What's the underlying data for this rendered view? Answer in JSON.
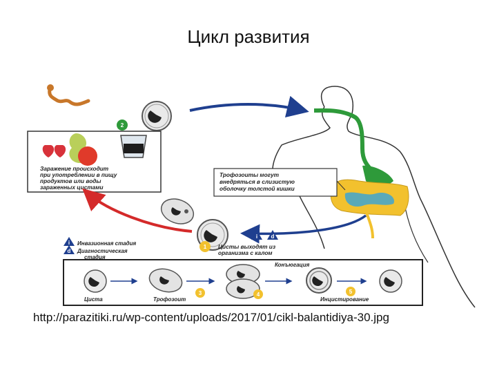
{
  "slide": {
    "title": "Цикл развития",
    "source_url": "http://parazitiki.ru/wp-content/uploads/2017/01/cikl-balantidiya-30.jpg"
  },
  "diagram": {
    "infection_text": [
      "Заражение происходит",
      "при употреблении в пищу",
      "продуктов или воды",
      "зараженных цистами"
    ],
    "infection_step": "2",
    "trophozoite_note": [
      "Трофозоиты могут",
      "внедряться в слизистую",
      "оболочку толстой кишки"
    ],
    "cyst_exit_step": "1",
    "cyst_exit_text": [
      "Цисты выходят из",
      "организма с калом"
    ],
    "cyst_exit_badges": [
      "i",
      "d"
    ],
    "legend": [
      {
        "badge": "i",
        "line1": "Инвазионная стадия",
        "line2": ""
      },
      {
        "badge": "d",
        "line1": "Диагностическая",
        "line2": "стадия"
      }
    ],
    "strip": {
      "cyst": "Циста",
      "trophozoite": "Трофозоит",
      "step3": "3",
      "conjugation": "Конъюгация",
      "step4": "4",
      "encystment": "Инцистирование",
      "step5": "5"
    },
    "colors": {
      "arrow_blue": "#1f3f8f",
      "arrow_red": "#d42a2a",
      "digestive_green": "#2e9a3a",
      "intestine_yellow": "#f2c12e",
      "intestine_teal": "#5aa9b8",
      "badge_blue": "#1f3f8f",
      "badge_yellow": "#f2c12e"
    }
  }
}
